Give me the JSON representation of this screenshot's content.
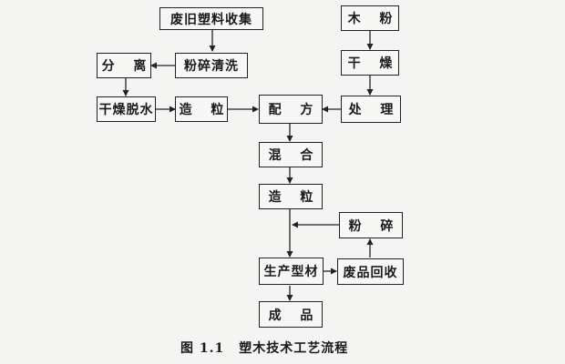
{
  "nodes": {
    "waste_collect": "废旧塑料收集",
    "wood_powder": "木 粉",
    "separate": "分 离",
    "crush_wash": "粉碎清洗",
    "dry1": "干 燥",
    "dry_dewater": "干燥脱水",
    "granulate1": "造 粒",
    "formulate": "配 方",
    "treat": "处 理",
    "mix": "混 合",
    "granulate2": "造 粒",
    "crush": "粉 碎",
    "produce_profile": "生产型材",
    "waste_recycle": "废品回收",
    "product": "成 品"
  },
  "caption": {
    "number": "图 1.1",
    "title": "塑木技术工艺流程"
  }
}
